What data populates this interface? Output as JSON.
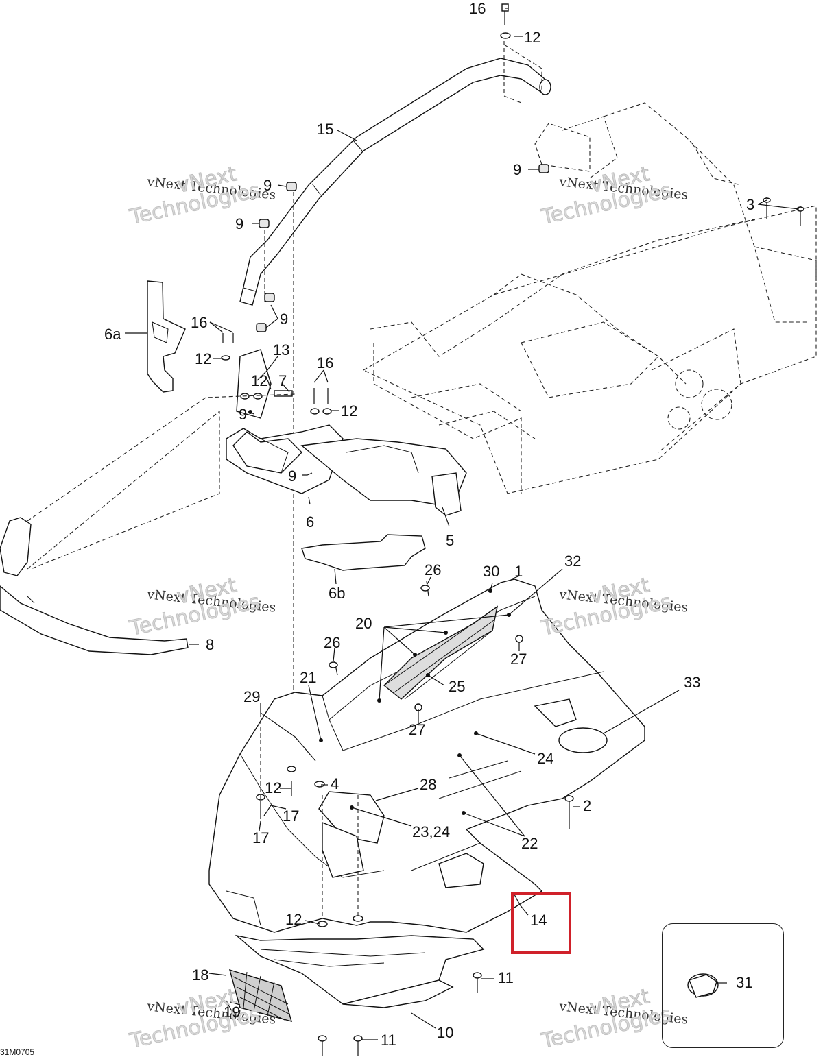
{
  "diagram": {
    "figure_code": "31M0705",
    "watermark": {
      "line1": "vNext",
      "line2": "Technologies",
      "full": "vNext Technologies"
    },
    "highlight_color": "#d0212a",
    "labels": [
      {
        "id": "l16a",
        "text": "16"
      },
      {
        "id": "l12a",
        "text": "12"
      },
      {
        "id": "l15",
        "text": "15"
      },
      {
        "id": "l9a",
        "text": "9"
      },
      {
        "id": "l9b",
        "text": "9"
      },
      {
        "id": "l9c",
        "text": "9"
      },
      {
        "id": "l9d",
        "text": "9"
      },
      {
        "id": "l3",
        "text": "3"
      },
      {
        "id": "l6a",
        "text": "6a"
      },
      {
        "id": "l16b",
        "text": "16"
      },
      {
        "id": "l12b",
        "text": "12"
      },
      {
        "id": "l13",
        "text": "13"
      },
      {
        "id": "l12c",
        "text": "12"
      },
      {
        "id": "l7",
        "text": "7"
      },
      {
        "id": "l16c",
        "text": "16"
      },
      {
        "id": "l12d",
        "text": "12"
      },
      {
        "id": "l9e",
        "text": "9"
      },
      {
        "id": "l9f",
        "text": "9"
      },
      {
        "id": "l6",
        "text": "6"
      },
      {
        "id": "l5",
        "text": "5"
      },
      {
        "id": "l6b",
        "text": "6b"
      },
      {
        "id": "l8",
        "text": "8"
      },
      {
        "id": "l30",
        "text": "30"
      },
      {
        "id": "l1",
        "text": "1"
      },
      {
        "id": "l32",
        "text": "32"
      },
      {
        "id": "l26a",
        "text": "26"
      },
      {
        "id": "l20",
        "text": "20"
      },
      {
        "id": "l26b",
        "text": "26"
      },
      {
        "id": "l27a",
        "text": "27"
      },
      {
        "id": "l21",
        "text": "21"
      },
      {
        "id": "l25",
        "text": "25"
      },
      {
        "id": "l33",
        "text": "33"
      },
      {
        "id": "l29",
        "text": "29"
      },
      {
        "id": "l27b",
        "text": "27"
      },
      {
        "id": "l24",
        "text": "24"
      },
      {
        "id": "l12e",
        "text": "12"
      },
      {
        "id": "l4",
        "text": "4"
      },
      {
        "id": "l28",
        "text": "28"
      },
      {
        "id": "l17a",
        "text": "17"
      },
      {
        "id": "l2",
        "text": "2"
      },
      {
        "id": "l17b",
        "text": "17"
      },
      {
        "id": "l2324",
        "text": "23,24"
      },
      {
        "id": "l22",
        "text": "22"
      },
      {
        "id": "l14",
        "text": "14"
      },
      {
        "id": "l12f",
        "text": "12"
      },
      {
        "id": "l11a",
        "text": "11"
      },
      {
        "id": "l31",
        "text": "31"
      },
      {
        "id": "l18",
        "text": "18"
      },
      {
        "id": "l19",
        "text": "19"
      },
      {
        "id": "l10",
        "text": "10"
      },
      {
        "id": "l11b",
        "text": "11"
      }
    ]
  }
}
